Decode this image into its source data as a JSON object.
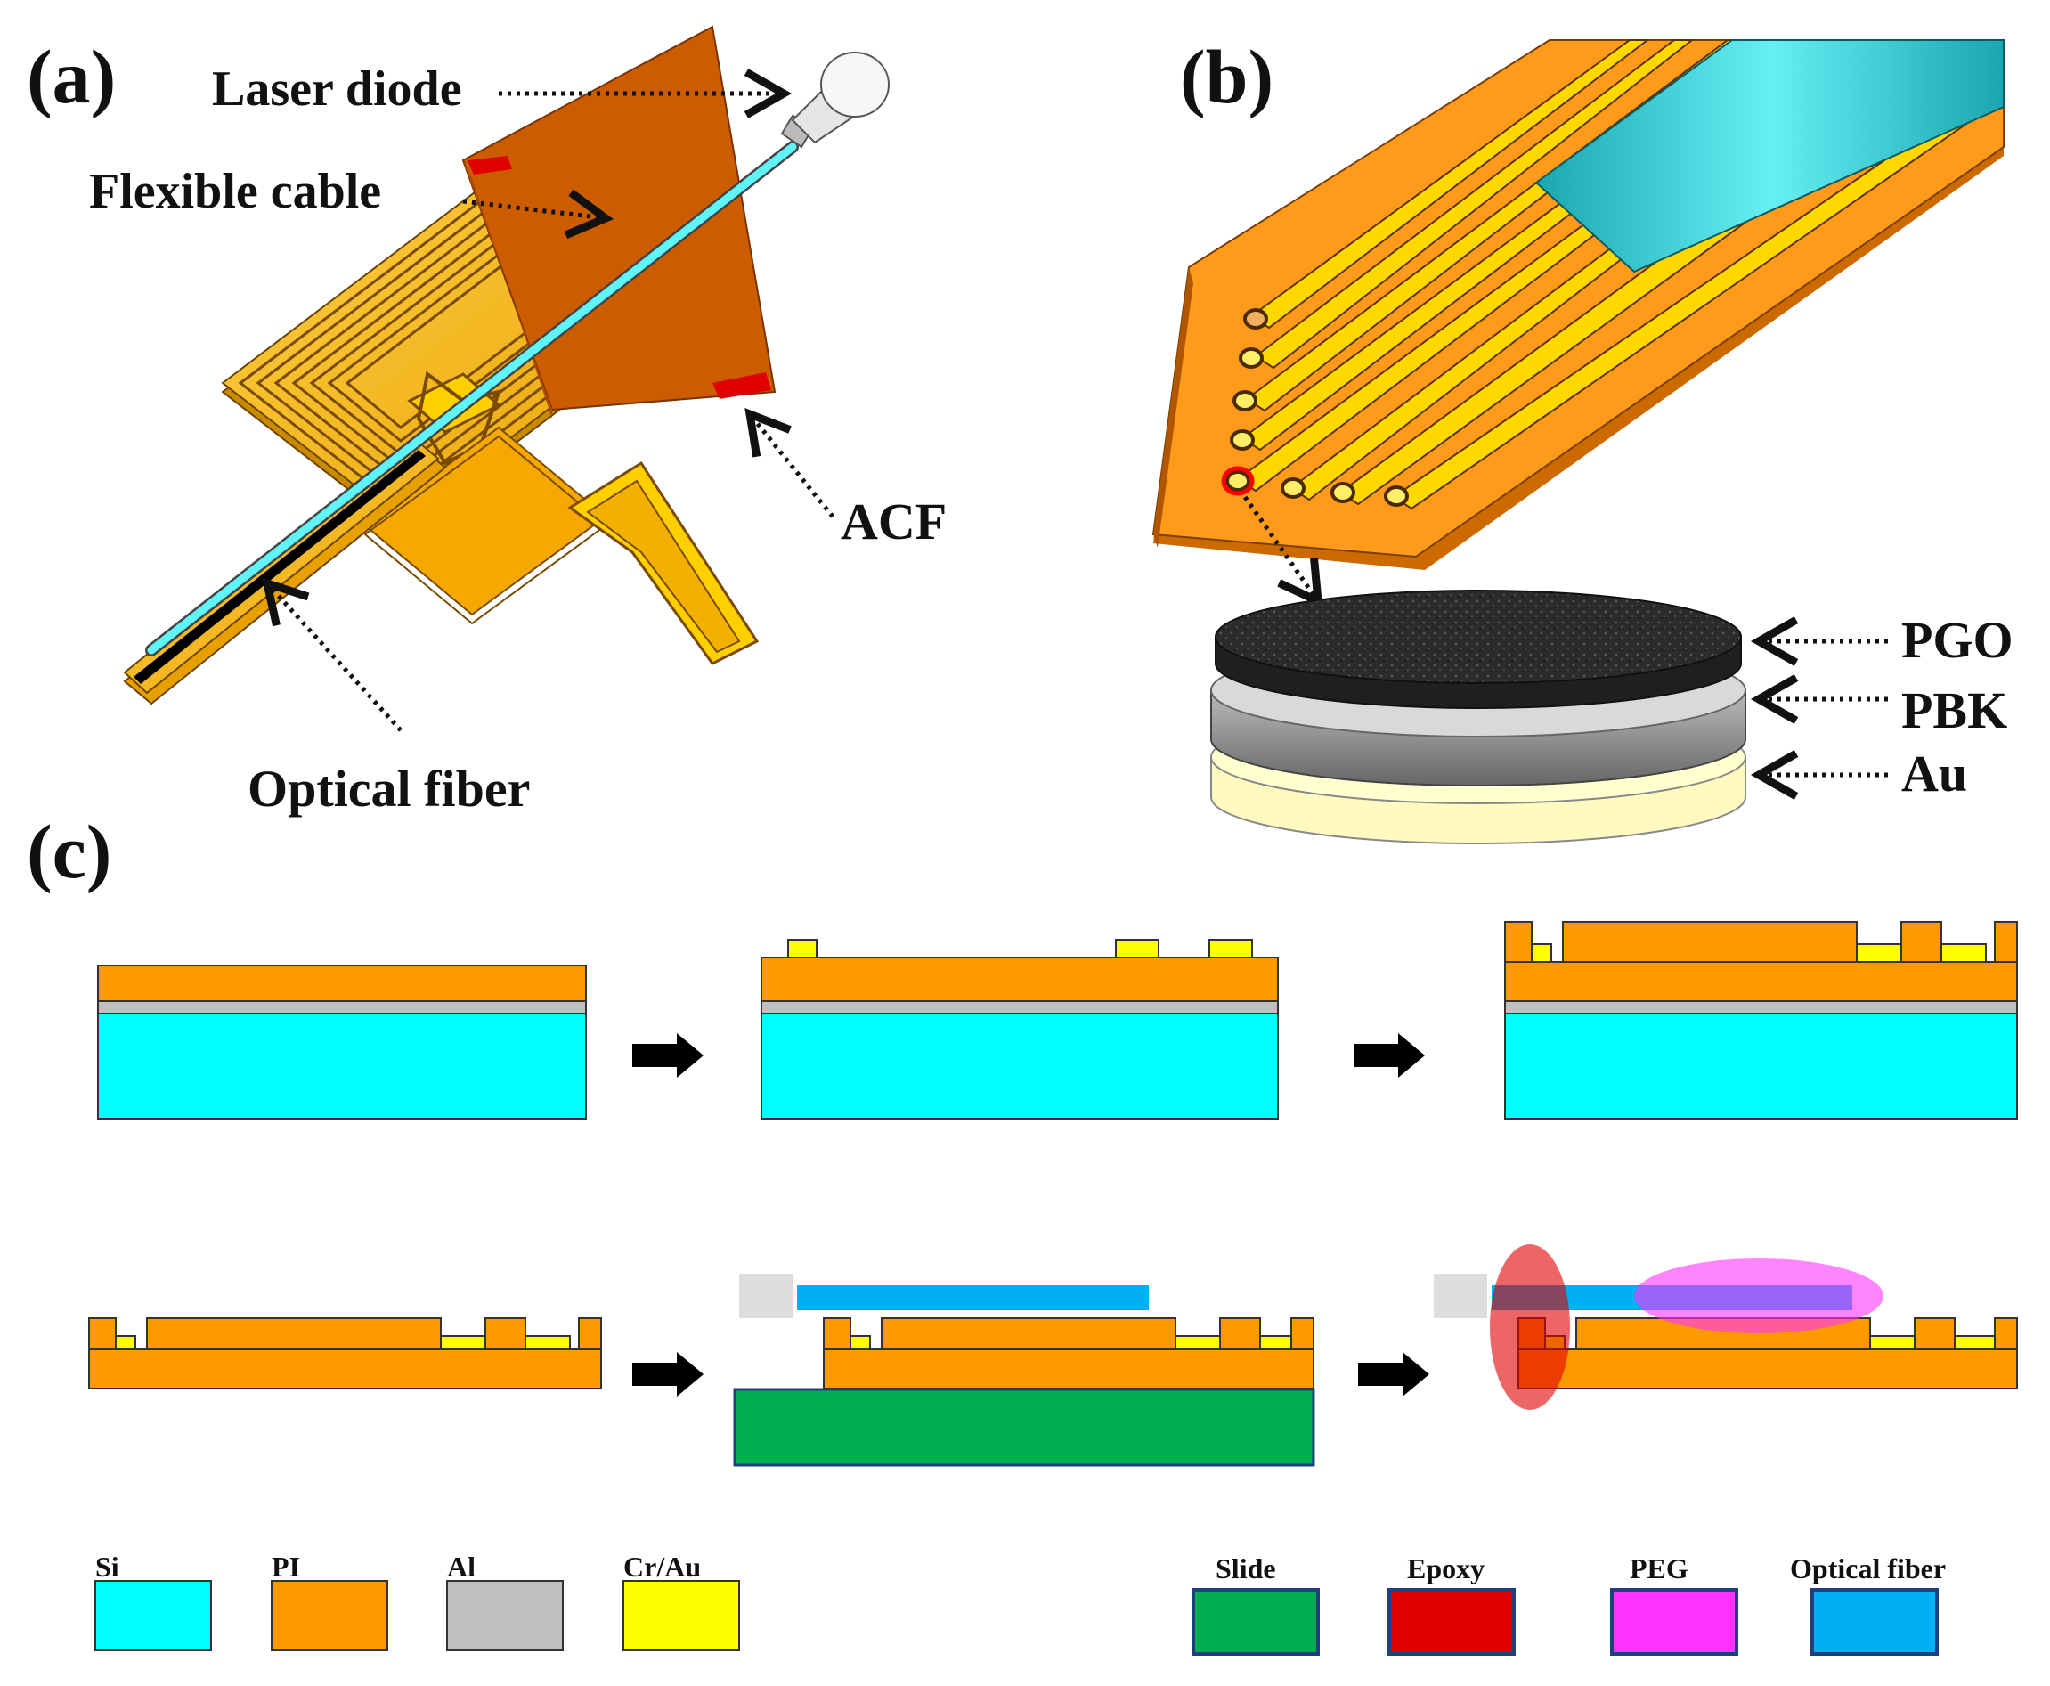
{
  "panels": {
    "a": "(a)",
    "b": "(b)",
    "c": "(c)"
  },
  "panel_a_labels": {
    "laser_diode": "Laser diode",
    "flexible_cable": "Flexible cable",
    "acf": "ACF",
    "optical_fiber": "Optical fiber"
  },
  "panel_b_labels": {
    "pgo": "PGO",
    "pbk": "PBK",
    "au": "Au"
  },
  "legend_left": [
    {
      "label": "Si",
      "color": "#00ffff"
    },
    {
      "label": "PI",
      "color": "#ff9900"
    },
    {
      "label": "Al",
      "color": "#c0c0c0"
    },
    {
      "label": "Cr/Au",
      "color": "#ffff00"
    }
  ],
  "legend_right": [
    {
      "label": "Slide",
      "color": "#00b050"
    },
    {
      "label": "Epoxy",
      "color": "#e00000"
    },
    {
      "label": "PEG",
      "color": "#ff33ff"
    },
    {
      "label": "Optical fiber",
      "color": "#00b0f0"
    }
  ],
  "colors": {
    "si": "#00ffff",
    "pi": "#ff9900",
    "al": "#c0c0c0",
    "crau": "#ffff00",
    "slide": "#00b050",
    "epoxy": "#e00000",
    "peg": "#ff33ff",
    "fiber": "#00b0f0",
    "cable": "#cc5500"
  }
}
